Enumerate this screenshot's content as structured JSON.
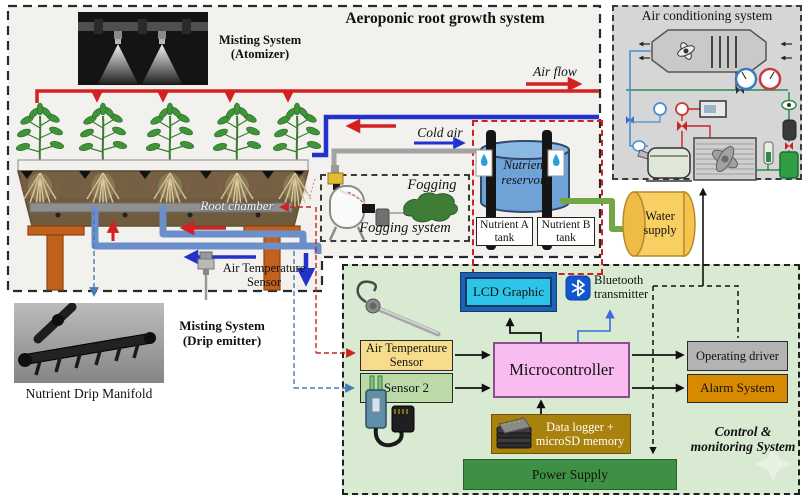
{
  "aeroponic": {
    "title": "Aeroponic root growth system",
    "misting1": "Misting System",
    "misting2": "(Atomizer)",
    "air_flow": "Air flow",
    "cold_air": "Cold air",
    "root_chamber": "Root chamber",
    "ats1": "Air Temperature",
    "ats2": "Sensor"
  },
  "fogging": {
    "label": "Fogging",
    "system": "Fogging system"
  },
  "nutrient": {
    "res1": "Nutrient",
    "res2": "reservoir",
    "a1": "Nutrient A",
    "a2": "tank",
    "b1": "Nutrient B",
    "b2": "tank"
  },
  "ac": {
    "title": "Air conditioning system"
  },
  "water": {
    "l1": "Water",
    "l2": "supply"
  },
  "drip": {
    "l1": "Misting System",
    "l2": "(Drip emitter)",
    "caption": "Nutrient Drip Manifold"
  },
  "control": {
    "lcd": "LCD Graphic",
    "bt1": "Bluetooth",
    "bt2": "transmitter",
    "ats1": "Air Temperature",
    "ats2": "Sensor",
    "sensor2": "Sensor 2",
    "mcu": "Microcontroller",
    "dl1": "Data logger +",
    "dl2": "microSD memory",
    "driver": "Operating driver",
    "alarm": "Alarm System",
    "power": "Power Supply",
    "cap1": "Control &",
    "cap2": "monitoring System"
  },
  "colors": {
    "accent_red": "#d42020",
    "accent_blue": "#2233cc",
    "pipe_blue": "#6a8fcb",
    "pipe_green": "#71a744",
    "pipe_gray": "#a3a3a3",
    "control_bg": "#d9ead3",
    "mcu_pink": "#f8bcf0",
    "lcd_cyan": "#2cc4e8",
    "alarm_orange": "#d78a00",
    "power_green": "#3e9144",
    "datalogger_gold": "#a9820e",
    "water_yellow": "#f7cf63",
    "reservoir_blue": "#6fa3d8"
  }
}
